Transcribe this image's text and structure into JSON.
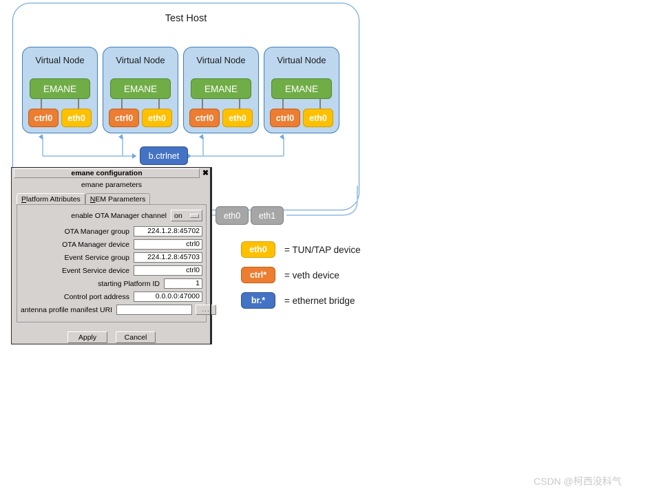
{
  "diagram": {
    "host": {
      "title": "Test Host"
    },
    "nodes": [
      {
        "label": "Virtual Node",
        "emane": "EMANE",
        "ctrl": "ctrl0",
        "eth": "eth0"
      },
      {
        "label": "Virtual Node",
        "emane": "EMANE",
        "ctrl": "ctrl0",
        "eth": "eth0"
      },
      {
        "label": "Virtual Node",
        "emane": "EMANE",
        "ctrl": "ctrl0",
        "eth": "eth0"
      },
      {
        "label": "Virtual Node",
        "emane": "EMANE",
        "ctrl": "ctrl0",
        "eth": "eth0"
      }
    ],
    "bridge": {
      "label": "b.ctrlnet"
    },
    "host_nics": [
      {
        "label": "eth0"
      },
      {
        "label": "eth1"
      }
    ],
    "legend": [
      {
        "swatch": "eth0",
        "text": "= TUN/TAP device",
        "color": "#FFC000"
      },
      {
        "swatch": "ctrl*",
        "text": "= veth device",
        "color": "#ED7D31"
      },
      {
        "swatch": "br.*",
        "text": "= ethernet bridge",
        "color": "#4472C4"
      }
    ],
    "colors": {
      "host_border": "#5B9BD5",
      "node_fill": "#BDD7EE",
      "node_border": "#3C7DBF",
      "emane": "#70AD47",
      "ctrl": "#ED7D31",
      "eth": "#FFC000",
      "bridge": "#4472C4",
      "nic": "#A6A6A6",
      "wire": "#A8CBE8"
    }
  },
  "dialog": {
    "title": "emane configuration",
    "close_label": "✖",
    "subtitle": "emane parameters",
    "tabs": [
      {
        "label": "Platform Attributes",
        "mnemonic": "P",
        "rest": "latform Attributes",
        "active": true
      },
      {
        "label": "NEM Parameters",
        "mnemonic": "N",
        "rest": "EM Parameters",
        "active": false
      }
    ],
    "fields": [
      {
        "label": "enable OTA Manager channel",
        "value": "on",
        "type": "optionmenu"
      },
      {
        "label": "OTA Manager group",
        "value": "224.1.2.8:45702",
        "type": "entry",
        "width": "wide"
      },
      {
        "label": "OTA Manager device",
        "value": "ctrl0",
        "type": "entry",
        "width": "wide"
      },
      {
        "label": "Event Service group",
        "value": "224.1.2.8:45703",
        "type": "entry",
        "width": "wide"
      },
      {
        "label": "Event Service device",
        "value": "ctrl0",
        "type": "entry",
        "width": "wide"
      },
      {
        "label": "starting Platform ID",
        "value": "1",
        "type": "entry",
        "width": "small"
      },
      {
        "label": "Control port address",
        "value": "0.0.0.0:47000",
        "type": "entry",
        "width": "wide"
      },
      {
        "label": "antenna profile manifest URI",
        "value": "",
        "type": "entry-browse",
        "width": "uri",
        "browse_label": "..."
      }
    ],
    "buttons": [
      {
        "label": "Apply"
      },
      {
        "label": "Cancel"
      }
    ]
  },
  "watermark": {
    "text": "CSDN @柯西没科气"
  }
}
